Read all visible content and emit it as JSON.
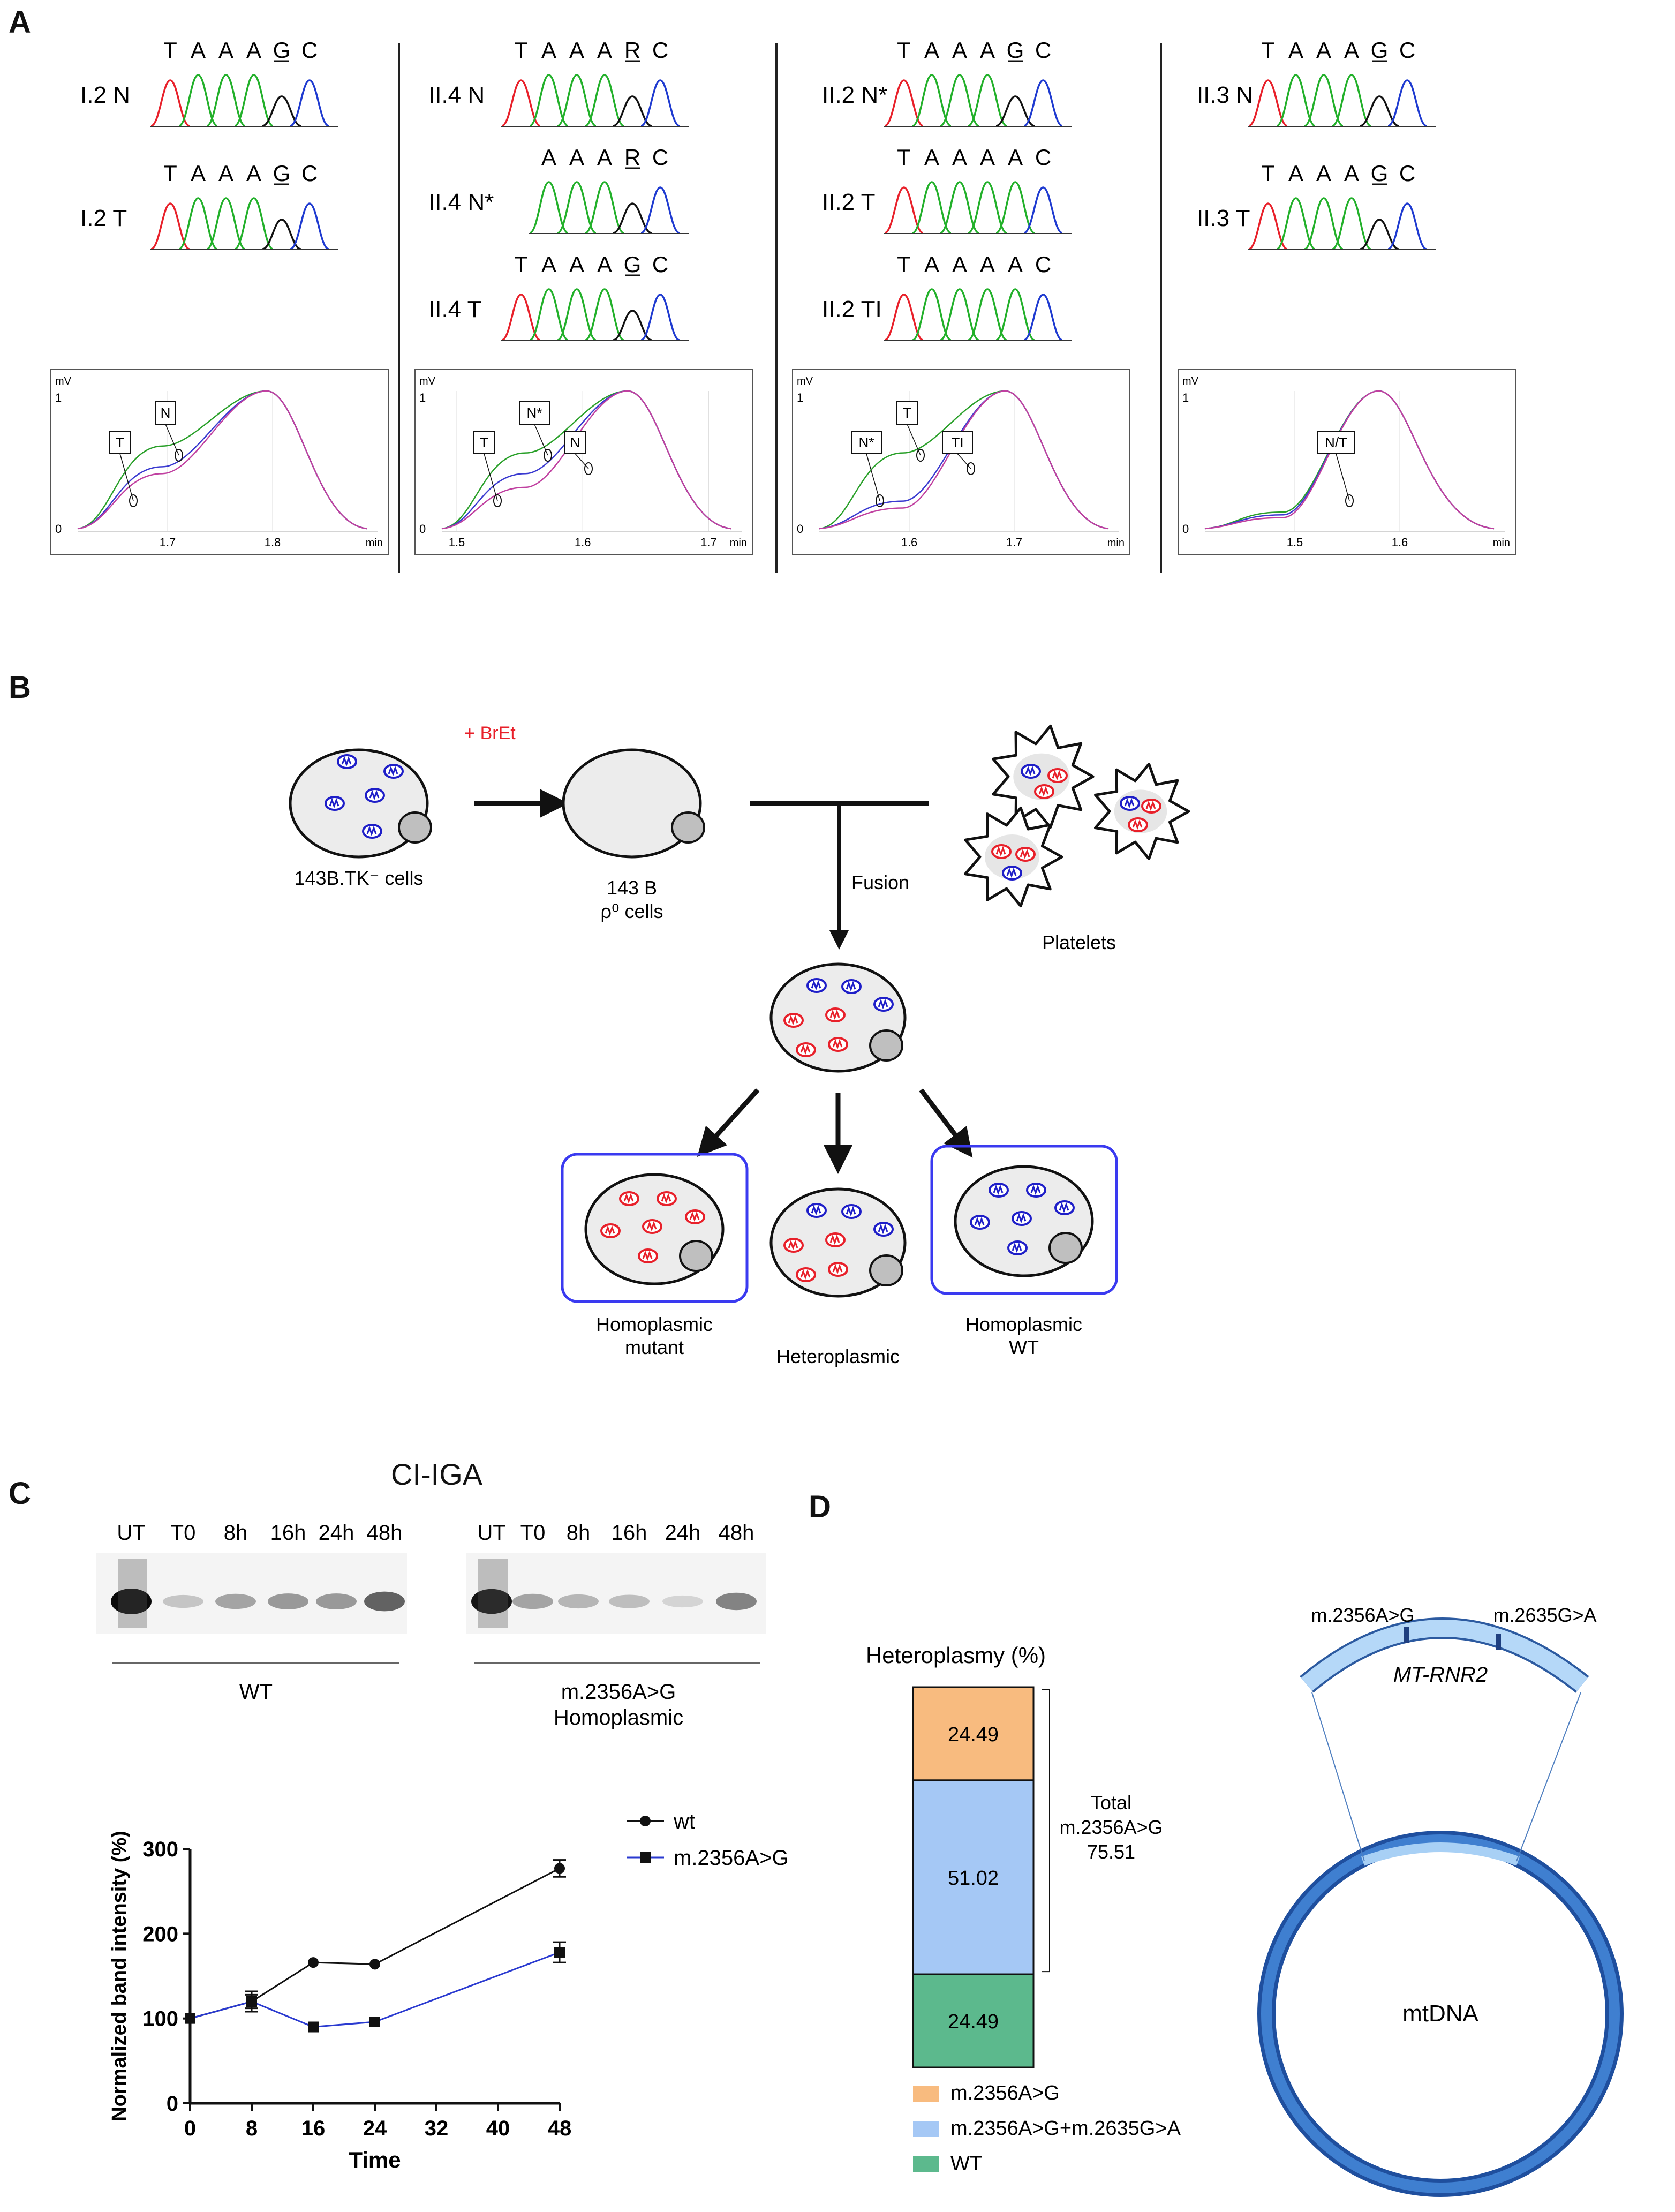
{
  "panels": {
    "A": "A",
    "B": "B",
    "C": "C",
    "D": "D"
  },
  "panel_a": {
    "columns": [
      {
        "rows": [
          {
            "sample": "I.2 N",
            "seq": [
              "T",
              "A",
              "A",
              "A",
              "G",
              "C"
            ],
            "underline": 4
          },
          {
            "sample": "I.2 T",
            "seq": [
              "T",
              "A",
              "A",
              "A",
              "G",
              "C"
            ],
            "underline": 4
          }
        ],
        "melt": {
          "ylabel": "mV",
          "y1": "1",
          "y0": "0",
          "x_ticks": [
            "1.7",
            "1.8"
          ],
          "xunit": "min",
          "callouts": [
            "T",
            "N"
          ]
        }
      },
      {
        "rows": [
          {
            "sample": "II.4 N",
            "seq": [
              "T",
              "A",
              "A",
              "A",
              "R",
              "C"
            ],
            "underline": 4
          },
          {
            "sample": "II.4 N*",
            "seq": [
              "A",
              "A",
              "A",
              "R",
              "C"
            ],
            "underline": 3
          },
          {
            "sample": "II.4 T",
            "seq": [
              "T",
              "A",
              "A",
              "A",
              "G",
              "C"
            ],
            "underline": 4
          }
        ],
        "melt": {
          "ylabel": "mV",
          "y1": "1",
          "y0": "0",
          "x_ticks": [
            "1.5",
            "1.6",
            "1.7"
          ],
          "xunit": "min",
          "callouts": [
            "T",
            "N*",
            "N"
          ]
        }
      },
      {
        "rows": [
          {
            "sample": "II.2 N*",
            "seq": [
              "T",
              "A",
              "A",
              "A",
              "G",
              "C"
            ],
            "underline": 4
          },
          {
            "sample": "II.2 T",
            "seq": [
              "T",
              "A",
              "A",
              "A",
              "A",
              "C"
            ],
            "underline": -1
          },
          {
            "sample": "II.2 TI",
            "seq": [
              "T",
              "A",
              "A",
              "A",
              "A",
              "C"
            ],
            "underline": -1
          }
        ],
        "melt": {
          "ylabel": "mV",
          "y1": "1",
          "y0": "0",
          "x_ticks": [
            "1.6",
            "1.7"
          ],
          "xunit": "min",
          "callouts": [
            "N*",
            "T",
            "TI"
          ]
        }
      },
      {
        "rows": [
          {
            "sample": "II.3 N",
            "seq": [
              "T",
              "A",
              "A",
              "A",
              "G",
              "C"
            ],
            "underline": 4
          },
          {
            "sample": "II.3 T",
            "seq": [
              "T",
              "A",
              "A",
              "A",
              "G",
              "C"
            ],
            "underline": 4
          }
        ],
        "melt": {
          "ylabel": "mV",
          "y1": "1",
          "y0": "0",
          "x_ticks": [
            "1.5",
            "1.6"
          ],
          "xunit": "min",
          "callouts": [
            "N/T"
          ]
        }
      }
    ]
  },
  "panel_b": {
    "brEt": "+ BrEt",
    "parent_cells": "143B.TK⁻ cells",
    "rho_line1": "143 B",
    "rho_line2": "ρ⁰ cells",
    "fusion": "Fusion",
    "platelets": "Platelets",
    "homo_mutant_1": "Homoplasmic",
    "homo_mutant_2": "mutant",
    "hetero": "Heteroplasmic",
    "homo_wt_1": "Homoplasmic",
    "homo_wt_2": "WT",
    "colors": {
      "mutant": "#e8202a",
      "wt": "#1e1ec8",
      "cell_fill": "#ececec",
      "box": "#3a3af0"
    }
  },
  "panel_c": {
    "gel_title": "CI-IGA",
    "lanes_wt": [
      "UT",
      "T0",
      "8h",
      "16h",
      "24h",
      "48h"
    ],
    "lanes_mut": [
      "UT",
      "T0",
      "8h",
      "16h",
      "24h",
      "48h"
    ],
    "group_wt": "WT",
    "group_mut_1": "m.2356A>G",
    "group_mut_2": "Homoplasmic",
    "wt_band_intensity": [
      1.0,
      0.15,
      0.3,
      0.35,
      0.35,
      0.6
    ],
    "mut_band_intensity": [
      0.95,
      0.3,
      0.22,
      0.18,
      0.08,
      0.45
    ]
  },
  "chart_data": {
    "type": "line",
    "title": "",
    "xlabel": "Time",
    "ylabel": "Normalized band intensity (%)",
    "x_ticks": [
      "0",
      "8",
      "16",
      "24",
      "32",
      "40",
      "48"
    ],
    "y_ticks": [
      "0",
      "100",
      "200",
      "300"
    ],
    "xlim": [
      0,
      48
    ],
    "ylim": [
      0,
      300
    ],
    "series": [
      {
        "name": "wt",
        "x": [
          0,
          8,
          16,
          24,
          48
        ],
        "y": [
          100,
          120,
          166,
          164,
          277
        ],
        "err": [
          0,
          12,
          0,
          0,
          10
        ],
        "color": "#111111",
        "marker": "circle"
      },
      {
        "name": "m.2356A>G",
        "x": [
          0,
          8,
          16,
          24,
          48
        ],
        "y": [
          100,
          120,
          90,
          96,
          178
        ],
        "err": [
          0,
          8,
          0,
          0,
          12
        ],
        "color": "#2a3ad0",
        "marker": "square"
      }
    ]
  },
  "panel_d": {
    "bar_title": "Heteroplasmy (%)",
    "segments": [
      {
        "value": "24.49",
        "color": "#f8bb7f"
      },
      {
        "value": "51.02",
        "color": "#a5c8f5"
      },
      {
        "value": "24.49",
        "color": "#5cb98d"
      }
    ],
    "bracket_1": "Total",
    "bracket_2": "m.2356A>G",
    "bracket_3": "75.51",
    "legend": [
      {
        "label": "m.2356A>G",
        "color": "#f8bb7f"
      },
      {
        "label": "m.2356A>G+m.2635G>A",
        "color": "#a5c8f5"
      },
      {
        "label": "WT",
        "color": "#5cb98d"
      }
    ],
    "site_1": "m.2356A>G",
    "site_2": "m.2635G>A",
    "gene": "MT-RNR2",
    "genome": "mtDNA"
  }
}
